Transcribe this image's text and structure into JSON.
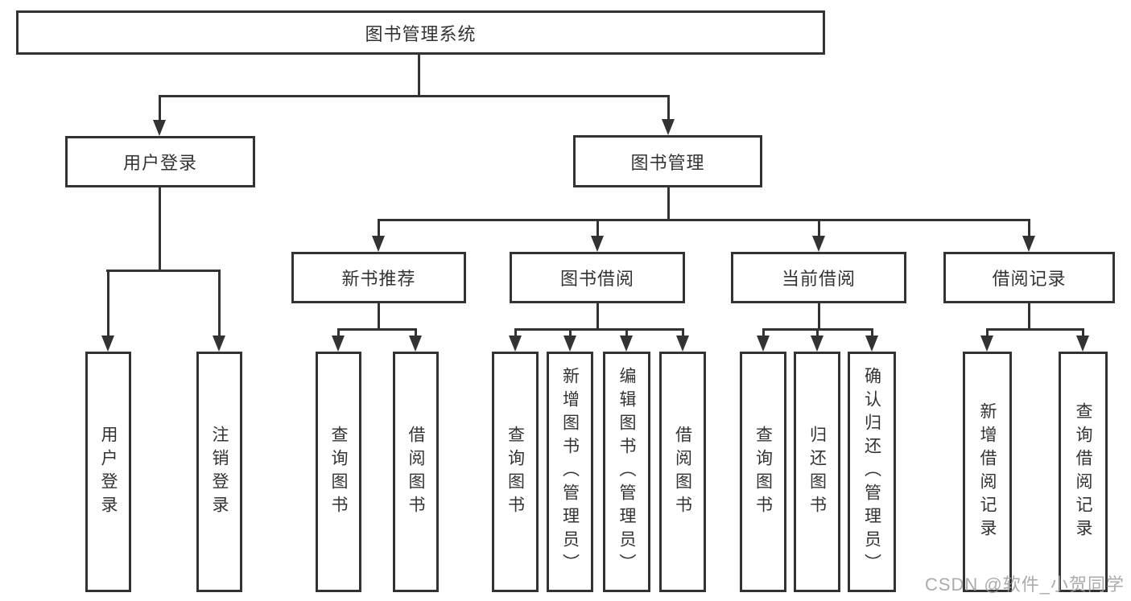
{
  "diagram": {
    "title": "图书管理系统",
    "colors": {
      "line": "#333333",
      "text": "#333333",
      "box_background": "#ffffff",
      "watermark": "#9d9d9d"
    },
    "tree": {
      "label": "图书管理系统",
      "children": [
        {
          "label": "用户登录",
          "children": [
            {
              "label": "用户登录"
            },
            {
              "label": "注销登录"
            }
          ]
        },
        {
          "label": "图书管理",
          "children": [
            {
              "label": "新书推荐",
              "children": [
                {
                  "label": "查询图书"
                },
                {
                  "label": "借阅图书"
                }
              ]
            },
            {
              "label": "图书借阅",
              "children": [
                {
                  "label": "查询图书"
                },
                {
                  "label": "新增图书（管理员）"
                },
                {
                  "label": "编辑图书（管理员）"
                },
                {
                  "label": "借阅图书"
                }
              ]
            },
            {
              "label": "当前借阅",
              "children": [
                {
                  "label": "查询图书"
                },
                {
                  "label": "归还图书"
                },
                {
                  "label": "确认归还（管理员）"
                }
              ]
            },
            {
              "label": "借阅记录",
              "children": [
                {
                  "label": "新增借阅记录"
                },
                {
                  "label": "查询借阅记录"
                }
              ]
            }
          ]
        }
      ]
    }
  },
  "watermark": {
    "text": "CSDN @软件_小贺同学"
  }
}
